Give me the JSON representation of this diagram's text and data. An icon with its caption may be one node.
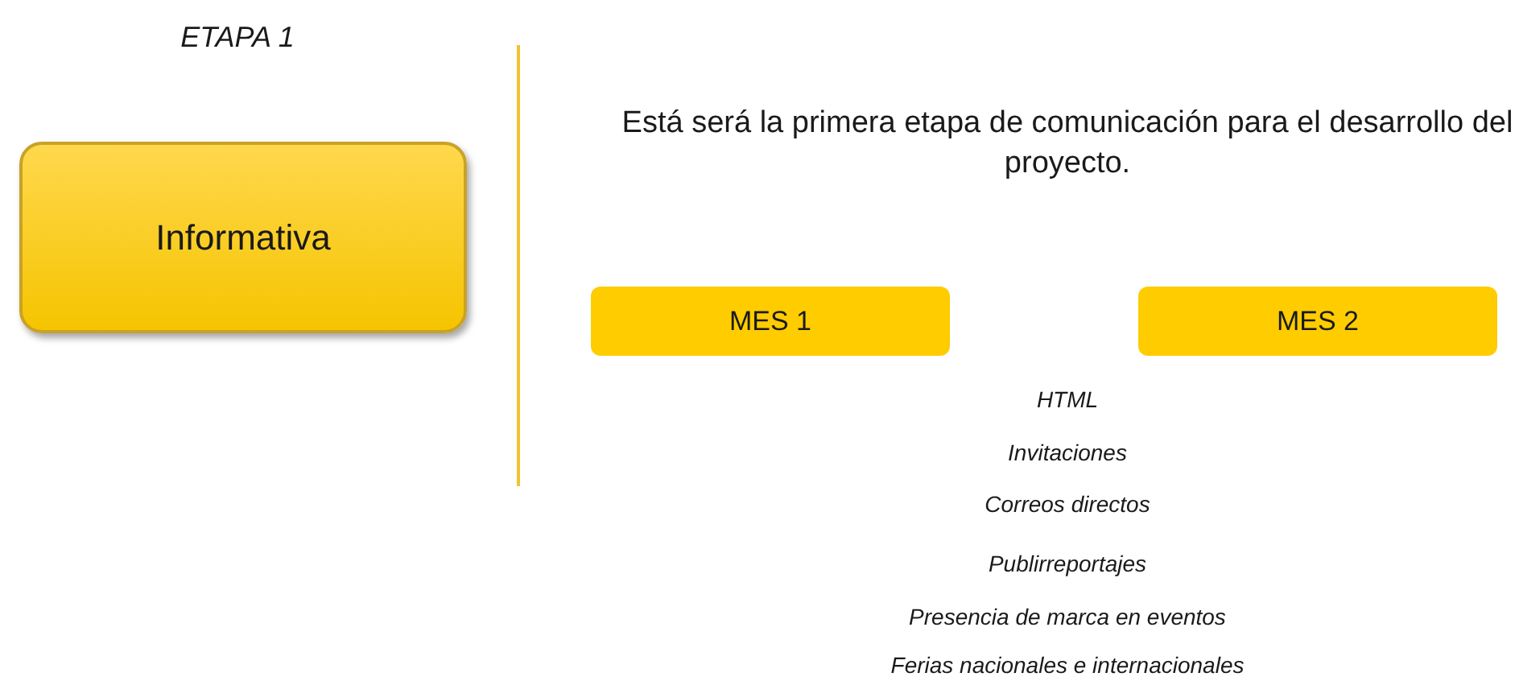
{
  "diagram": {
    "nodes": [
      {
        "text": [
          "Informativa"
        ]
      },
      {
        "text": [
          "MES 1"
        ]
      },
      {
        "text": [
          "MES 2"
        ]
      }
    ],
    "edges": [],
    "labels": [
      "ETAPA 1",
      "Está será la primera etapa de comunicación para el desarrollo del proyecto.",
      "HTML",
      "Invitaciones",
      "Correos directos",
      "Publirreportajes",
      "Presencia de marca en eventos",
      "Ferias nacionales e internacionales"
    ]
  }
}
